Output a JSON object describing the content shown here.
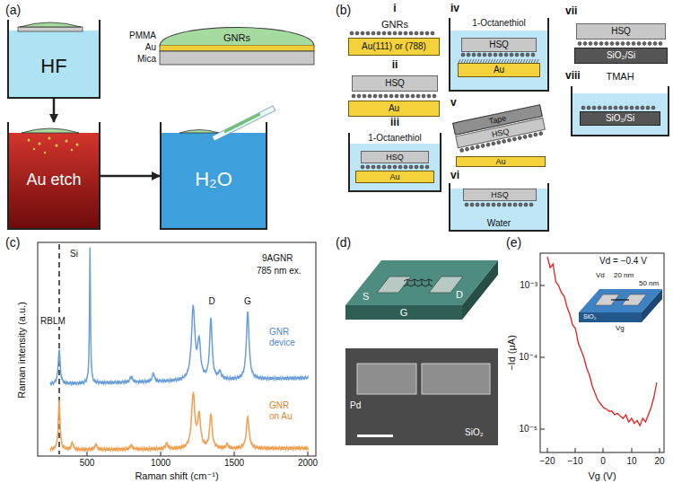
{
  "diagram": {
    "nodes": [
      {
        "text": [
          "HF"
        ]
      },
      {
        "text": [
          "GNRs"
        ]
      },
      {
        "text": [
          "Au etch"
        ]
      },
      {
        "text": [
          "H₂O"
        ]
      },
      {
        "text": [
          "Au(111) or (788)"
        ]
      },
      {
        "text": [
          "HSQ"
        ]
      },
      {
        "text": [
          "Au"
        ]
      },
      {
        "text": [
          "1-Octanethiol"
        ]
      },
      {
        "text": [
          "HSQ"
        ],
        "in": 7
      },
      {
        "text": [
          "Au"
        ],
        "in": 7
      },
      {
        "text": [
          "1-Octanethiol"
        ]
      },
      {
        "text": [
          "HSQ"
        ],
        "in": 10
      },
      {
        "text": [
          "Au"
        ],
        "in": 10
      },
      {
        "text": [
          "Tape"
        ]
      },
      {
        "text": [
          "HSQ"
        ]
      },
      {
        "text": [
          "Au"
        ]
      },
      {
        "text": [
          "Water"
        ]
      },
      {
        "text": [
          "HSQ"
        ],
        "in": 16
      },
      {
        "text": [
          "HSQ"
        ]
      },
      {
        "text": [
          "SiO₂/Si"
        ]
      },
      {
        "text": [
          "TMAH"
        ]
      },
      {
        "text": [
          "SiO₂/Si"
        ],
        "in": 20
      }
    ],
    "edges": [
      {
        "from": 0,
        "to": 2,
        "arrow": "to"
      },
      {
        "from": 2,
        "to": 3,
        "arrow": "to"
      }
    ],
    "labels": [
      "(a)",
      "PMMA",
      "Au",
      "Mica",
      "(b)",
      "i",
      "GNRs",
      "ii",
      "iii",
      "iv",
      "v",
      "vi",
      "vii",
      "viii",
      "(c)",
      "Raman intensity (a.u.)",
      "Raman shift (cm⁻¹)",
      "500",
      "1000",
      "1500",
      "2000",
      "RBLM",
      "Si",
      "D",
      "G",
      "9AGNR",
      "785 nm ex.",
      "GNR device",
      "GNR on Au",
      "(d)",
      "S",
      "D",
      "G",
      "Pd",
      "SiO₂",
      "(e)",
      "Vd = −0.4 V",
      "−Id (μA)",
      "Vg (V)",
      "10⁻³",
      "10⁻⁴",
      "10⁻⁵",
      "−20",
      "−10",
      "0",
      "10",
      "20",
      "Vd",
      "20 nm",
      "50 nm",
      "Vg",
      "SiO₂"
    ]
  }
}
